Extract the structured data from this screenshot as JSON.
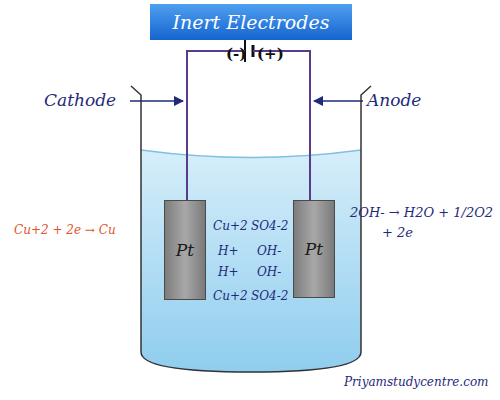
{
  "diagram": {
    "title": "Inert Electrodes",
    "nodes": [
      {
        "text": [
          "Pt"
        ]
      },
      {
        "text": [
          "Pt"
        ]
      }
    ],
    "edges": [
      {
        "from": 0,
        "to": 1,
        "arrow": "none"
      }
    ],
    "labels": [
      "(-)",
      "(+)",
      "Cathode",
      "Anode",
      "Cu+2 + 2e → Cu",
      "Cu+2",
      "SO4-2",
      "H+",
      "OH-",
      "H+",
      "OH-",
      "Cu+2",
      "SO4-2",
      "2OH- → H2O + 1/2O2",
      "+ 2e",
      "Priyamstudycentre.com"
    ]
  }
}
